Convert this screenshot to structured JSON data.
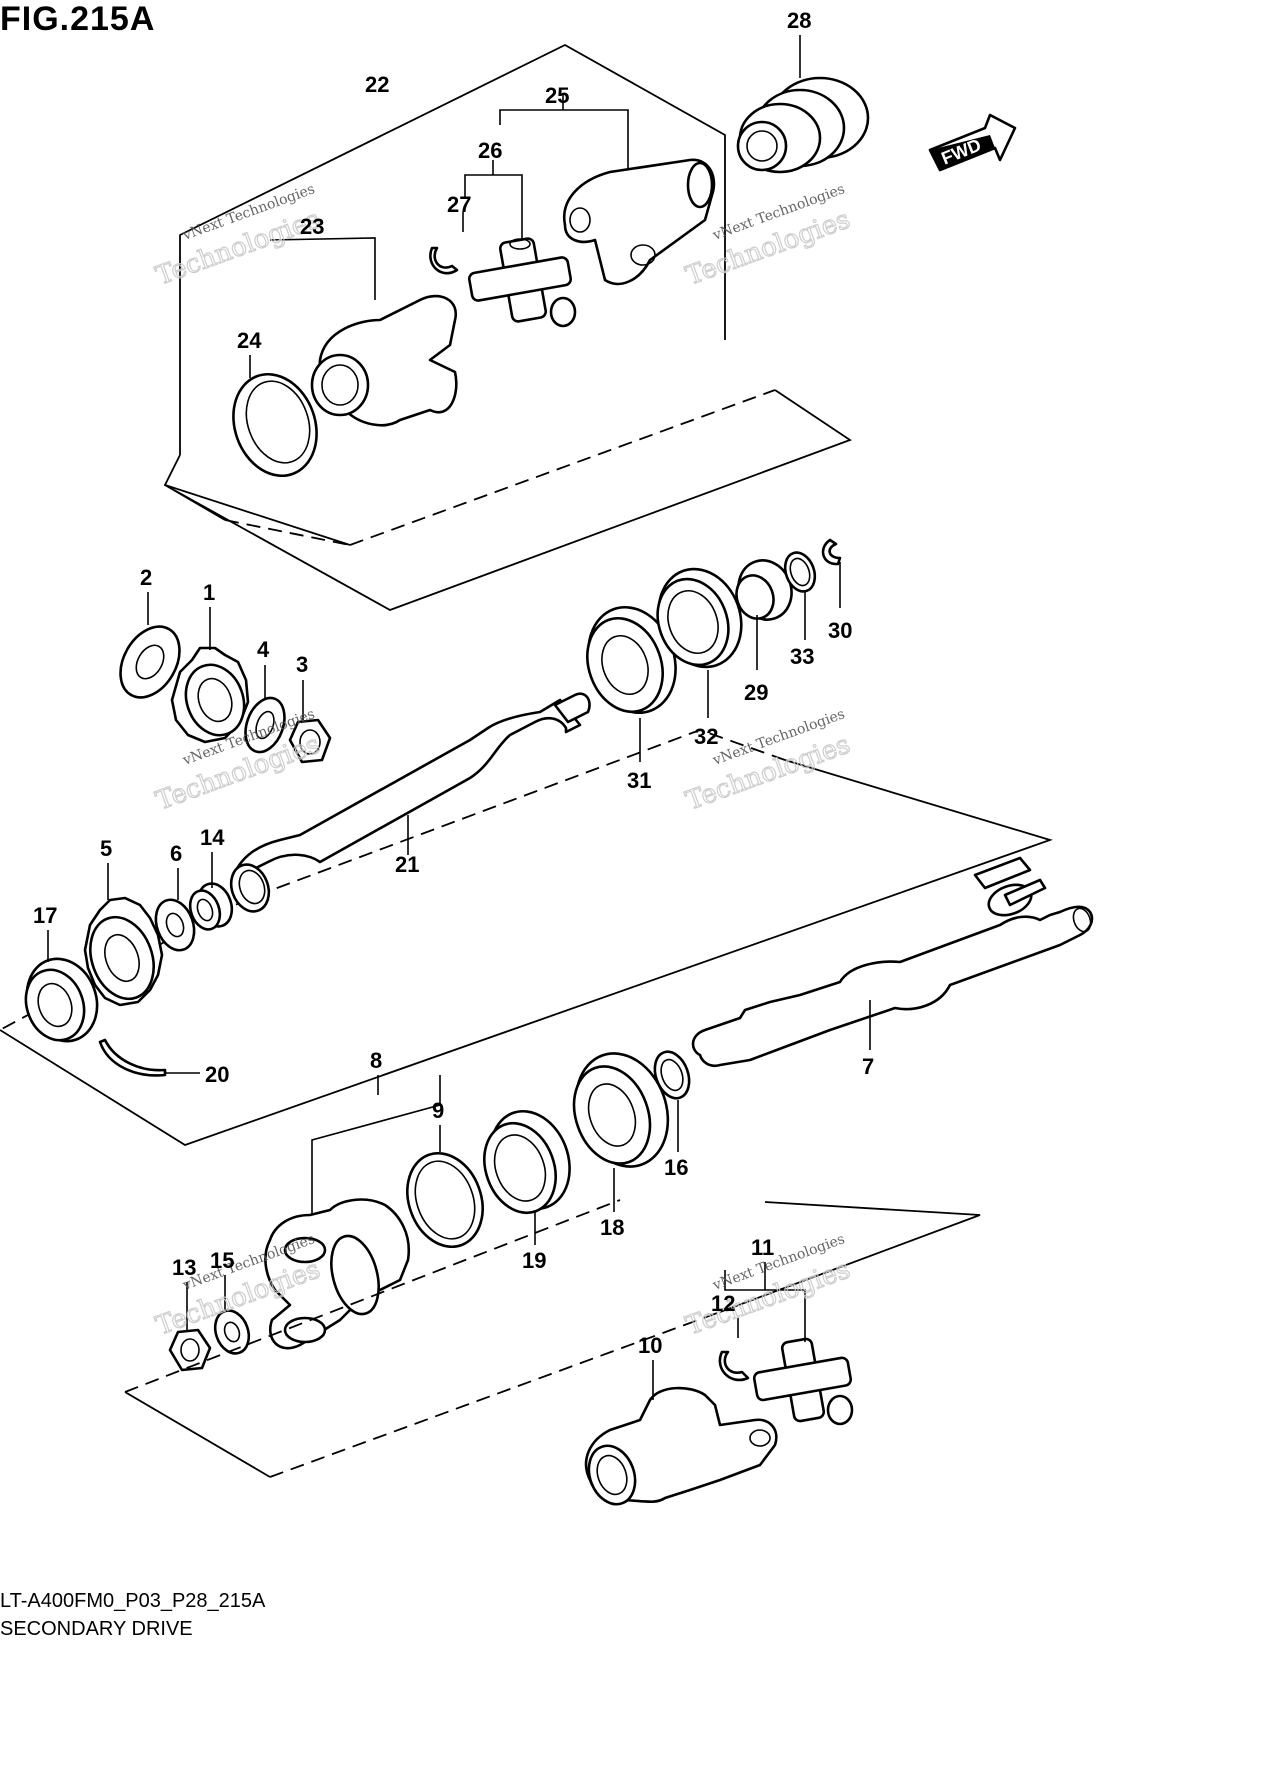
{
  "figure": {
    "title": "FIG.215A",
    "drawing_code": "LT-A400FM0_P03_P28_215A",
    "section_name": "SECONDARY DRIVE",
    "direction_tag": "FWD"
  },
  "watermark": {
    "line1": "vNext Technologies",
    "line2": "Technologies"
  },
  "callouts": [
    "1",
    "2",
    "3",
    "4",
    "5",
    "6",
    "7",
    "8",
    "9",
    "10",
    "11",
    "12",
    "13",
    "14",
    "15",
    "16",
    "17",
    "18",
    "19",
    "20",
    "21",
    "22",
    "23",
    "24",
    "25",
    "26",
    "27",
    "28",
    "29",
    "30",
    "31",
    "32",
    "33"
  ]
}
